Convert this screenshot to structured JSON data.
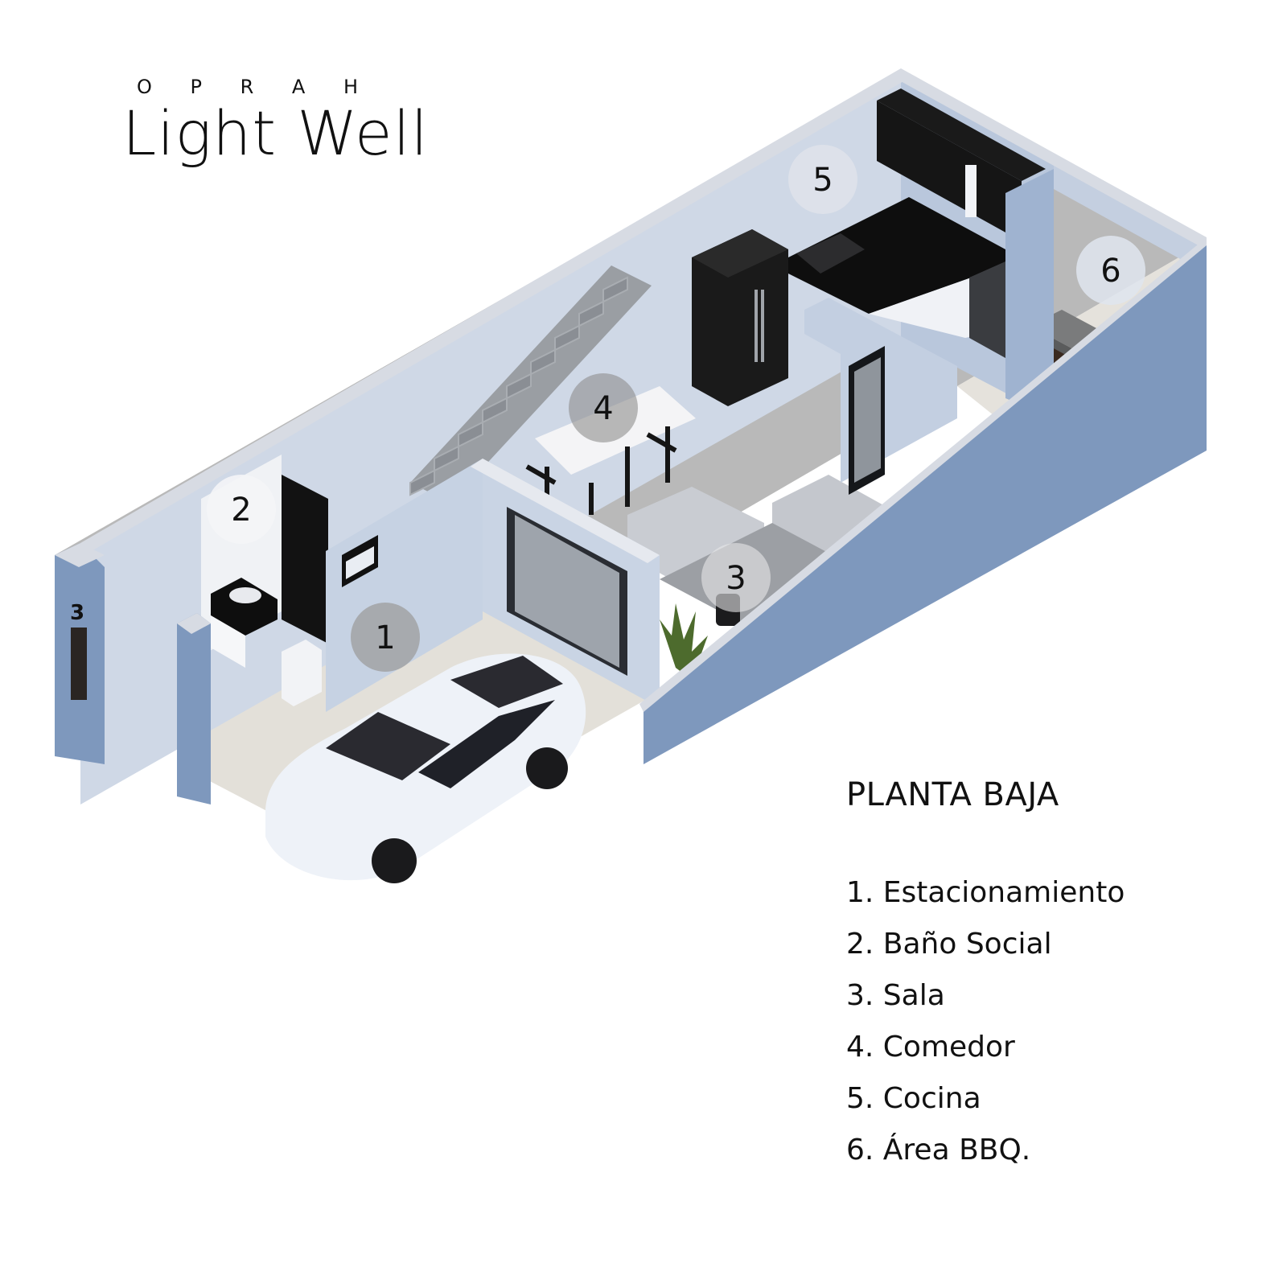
{
  "brand": {
    "subtitle": "O P R A H",
    "title": "Light Well"
  },
  "plan": {
    "markers": [
      {
        "number": "1",
        "room": "parking"
      },
      {
        "number": "2",
        "room": "bathroom"
      },
      {
        "number": "3",
        "room": "living"
      },
      {
        "number": "4",
        "room": "dining"
      },
      {
        "number": "5",
        "room": "kitchen"
      },
      {
        "number": "6",
        "room": "bbq"
      }
    ],
    "house_number": "3",
    "colors": {
      "wall_outer": "#7e98bd",
      "wall_top": "#d7dbe3",
      "wall_inner": "#c7d1e0",
      "floor_concrete": "#b9b9b9",
      "floor_light": "#e3e0d9",
      "cabinet_black": "#141414",
      "car_white": "#eef2f8",
      "car_glass": "#2a2a30"
    }
  },
  "legend": {
    "title": "PLANTA BAJA",
    "items": [
      "1. Estacionamiento",
      "2. Baño Social",
      "3. Sala",
      "4. Comedor",
      "5. Cocina",
      "6. Área BBQ."
    ]
  }
}
